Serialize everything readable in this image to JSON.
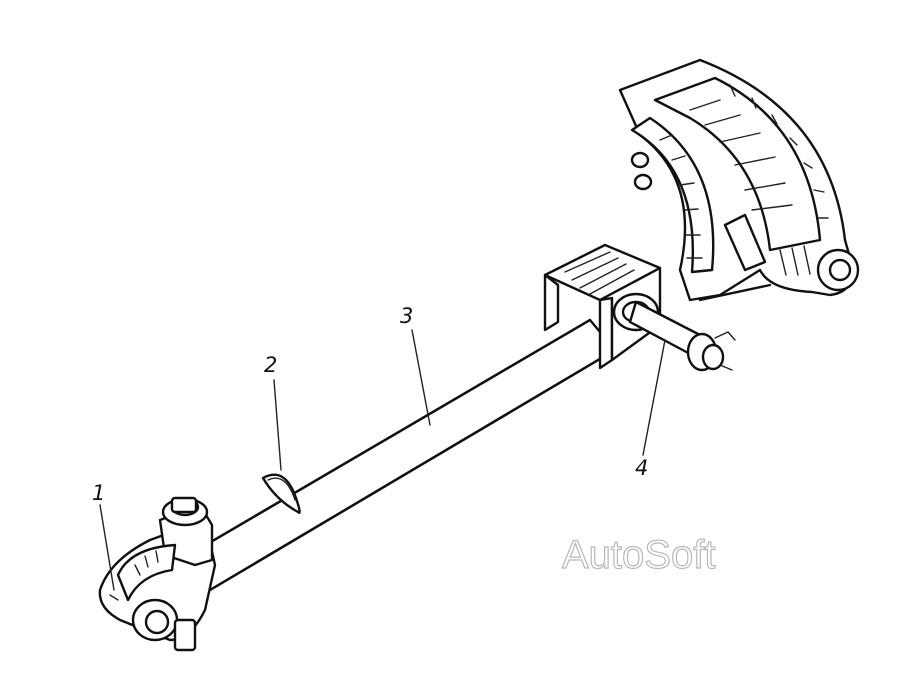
{
  "diagram": {
    "callouts": [
      {
        "id": "1",
        "text": "1"
      },
      {
        "id": "2",
        "text": "2"
      },
      {
        "id": "3",
        "text": "3"
      },
      {
        "id": "4",
        "text": "4"
      }
    ],
    "watermark": "AutoSoft"
  },
  "colors": {
    "ink": "#111111",
    "watermark_outline": "#b8b8b8",
    "background": "#ffffff"
  }
}
